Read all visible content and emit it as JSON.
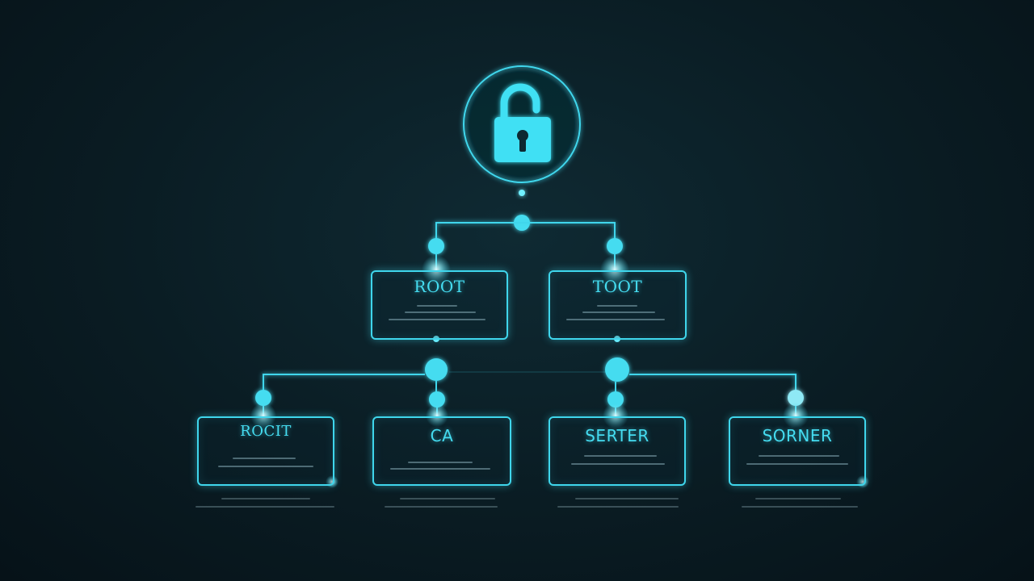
{
  "colors": {
    "accent": "#3fd6ec",
    "glow": "#8ff4ff",
    "background": "#0a1c23"
  },
  "diagram": {
    "top_icon": "open-padlock-icon",
    "nodes": [
      {
        "id": "level1-left",
        "label": "ROOT"
      },
      {
        "id": "level1-right",
        "label": "TOOT"
      },
      {
        "id": "level2-1",
        "label": "ROCIT"
      },
      {
        "id": "level2-2",
        "label": "CA"
      },
      {
        "id": "level2-3",
        "label": "SERTER"
      },
      {
        "id": "level2-4",
        "label": "SORNER"
      }
    ]
  }
}
